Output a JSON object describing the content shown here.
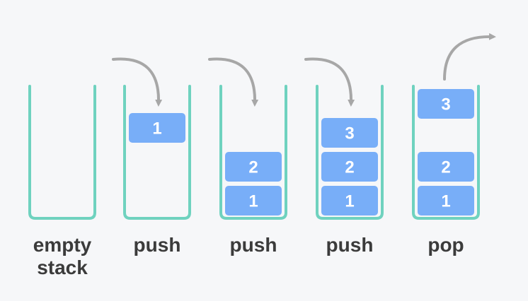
{
  "colors": {
    "background": "#f6f7f9",
    "container": "#6fd2bf",
    "item": "#78aef8",
    "item_text": "#ffffff",
    "arrow": "#a7a7a7",
    "label": "#3b3b3b"
  },
  "stacks": [
    {
      "label_lines": [
        "empty",
        "stack"
      ],
      "operation": "none",
      "items": []
    },
    {
      "label_lines": [
        "push"
      ],
      "operation": "push",
      "items": [
        "1"
      ]
    },
    {
      "label_lines": [
        "push"
      ],
      "operation": "push",
      "items": [
        "1",
        "2"
      ]
    },
    {
      "label_lines": [
        "push"
      ],
      "operation": "push",
      "items": [
        "1",
        "2",
        "3"
      ]
    },
    {
      "label_lines": [
        "pop"
      ],
      "operation": "pop",
      "items": [
        "1",
        "2"
      ],
      "popped": "3"
    }
  ]
}
